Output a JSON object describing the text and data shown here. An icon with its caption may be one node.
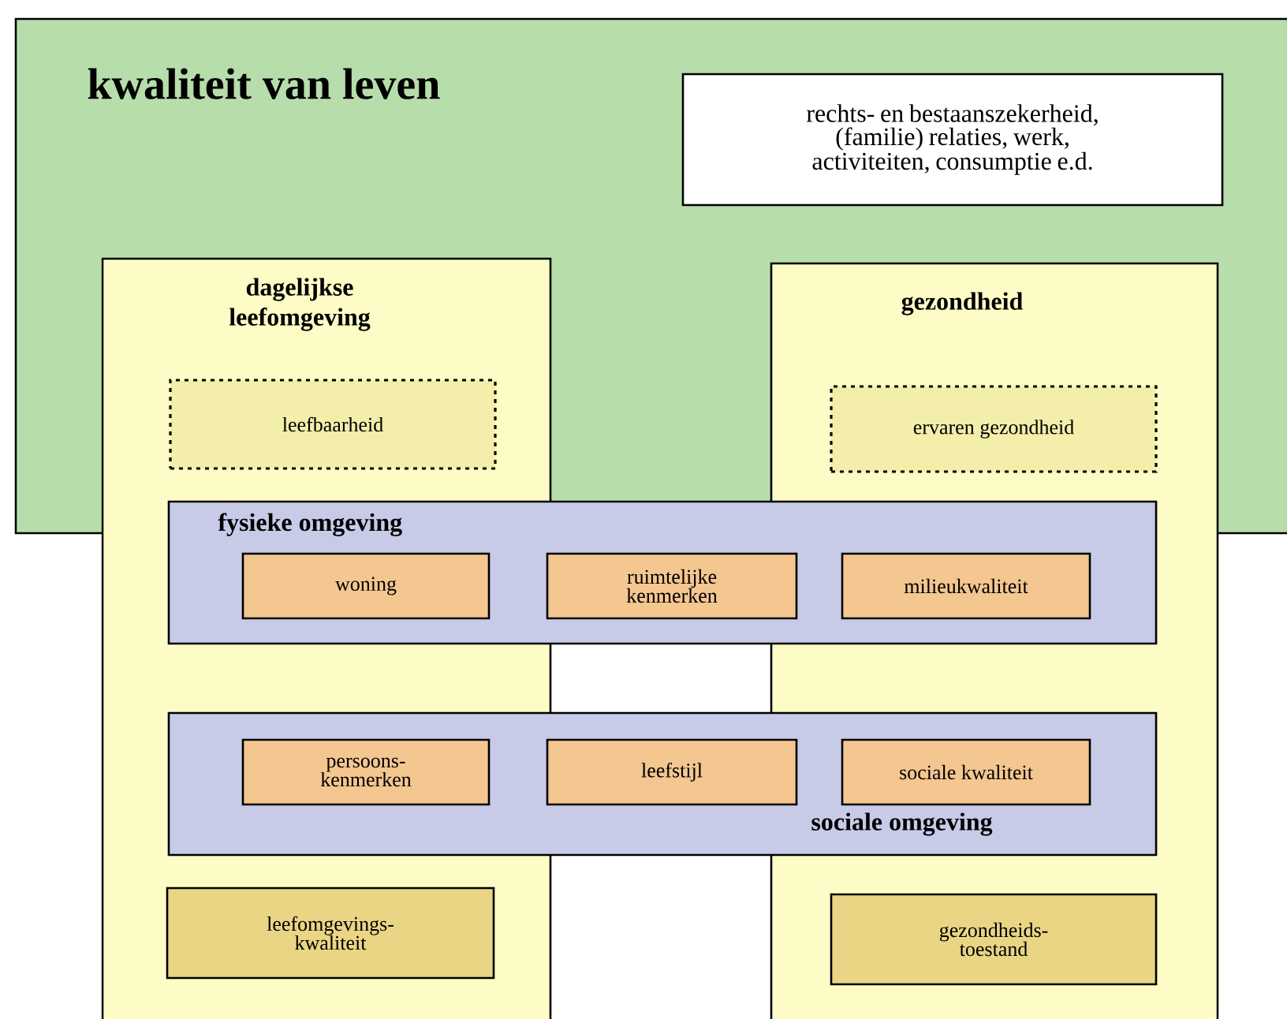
{
  "diagram": {
    "nodes": [
      {
        "text": [
          "kwaliteit van leven"
        ]
      },
      {
        "text": [
          "rechts- en bestaanszekerheid, (familie) relaties, werk, activiteiten, consumptie e.d."
        ],
        "in": 0
      },
      {
        "text": [
          "dagelijkse leefomgeving"
        ]
      },
      {
        "text": [
          "leefbaarheid"
        ]
      },
      {
        "text": [
          "gezondheid"
        ]
      },
      {
        "text": [
          "ervaren gezondheid"
        ]
      },
      {
        "text": [
          "fysieke omgeving"
        ]
      },
      {
        "text": [
          "woning"
        ]
      },
      {
        "text": [
          "ruimtelijke kenmerken"
        ],
        "in": 6
      },
      {
        "text": [
          "milieukwaliteit"
        ]
      },
      {
        "text": [
          "sociale omgeving"
        ]
      },
      {
        "text": [
          "persoons- kenmerken"
        ]
      },
      {
        "text": [
          "leefstijl"
        ],
        "in": 10
      },
      {
        "text": [
          "sociale kwaliteit"
        ]
      },
      {
        "text": [
          "leefomgevings- kwaliteit"
        ],
        "in": 2
      },
      {
        "text": [
          "gezondheids- toestand"
        ],
        "in": 4
      }
    ]
  }
}
